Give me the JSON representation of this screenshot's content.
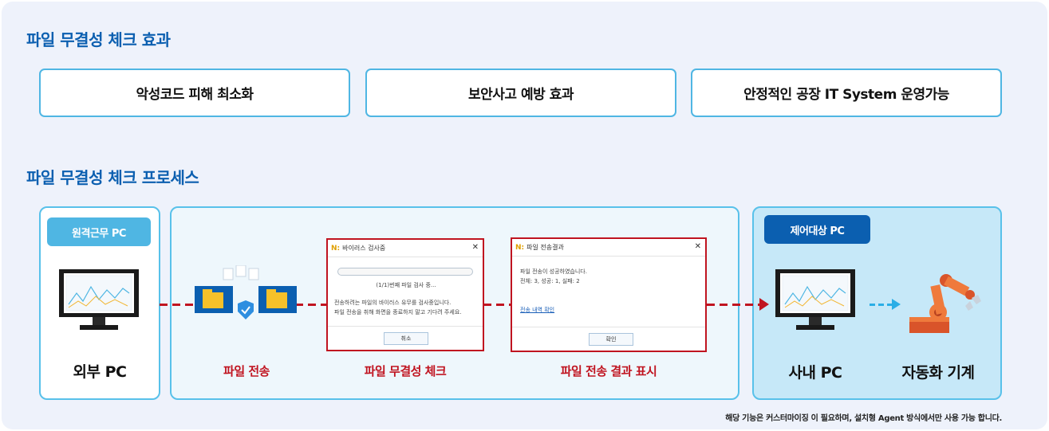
{
  "effects": {
    "title": "파일 무결성 체크 효과",
    "items": [
      {
        "label": "악성코드 피해 최소화"
      },
      {
        "label": "보안사고 예방 효과"
      },
      {
        "label": "안정적인 공장 IT System 운영가능"
      }
    ]
  },
  "process": {
    "title": "파일 무결성 체크 프로세스",
    "remote_pc_badge": "원격근무 PC",
    "control_pc_badge": "제어대상 PC",
    "external_pc_label": "외부 PC",
    "internal_pc_label": "사내 PC",
    "machine_label": "자동화 기계",
    "steps": {
      "transfer": "파일 전송",
      "integrity": "파일 무결성 체크",
      "result": "파일 전송 결과 표시"
    }
  },
  "virus_dialog": {
    "logo": "N:",
    "title": "바이러스 검사중",
    "progress_text": "(1/1)번째 파일 검사 중...",
    "message_line1": "전송하려는 파일의 바이러스 유무를 검사중입니다.",
    "message_line2": "파일 전송을 취해 화면을 종료하지 말고 기다려 주세요.",
    "cancel_label": "취소",
    "close_glyph": "✕"
  },
  "result_dialog": {
    "logo": "N:",
    "title": "파일 전송결과",
    "message_line1": "파일 전송이 성공하였습니다.",
    "message_line2": "전체: 3, 성공: 1, 실패: 2",
    "detail_link": "전송 내역 확인",
    "confirm_label": "확인",
    "close_glyph": "✕"
  },
  "footnote": "해당 기능은 커스터마이징 이 필요하며, 설치형 Agent 방식에서만 사용 가능 합니다.",
  "colors": {
    "brand_blue": "#0b5fb0",
    "accent_cyan": "#4fb6e3",
    "alert_red": "#c01420",
    "background": "#eef2fb"
  },
  "icons": [
    "monitor-icon",
    "folder-icon",
    "shield-check-icon",
    "robot-arm-icon",
    "arrow-right-icon"
  ]
}
